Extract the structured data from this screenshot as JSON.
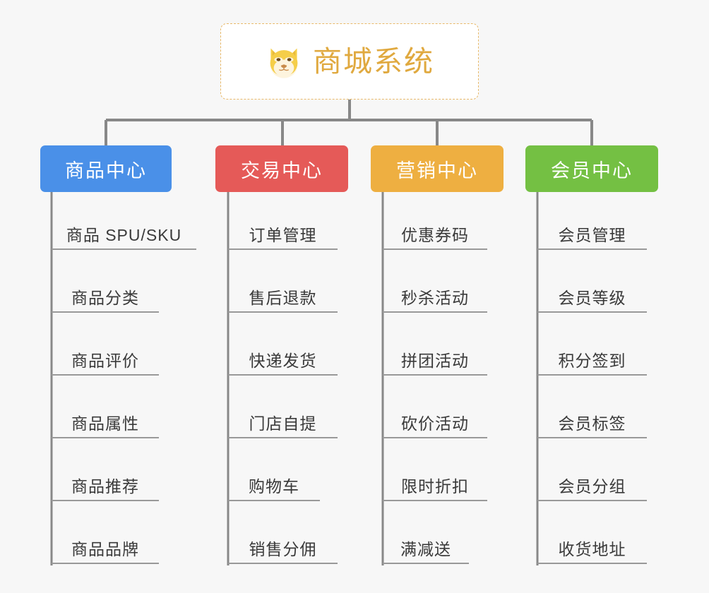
{
  "diagram": {
    "background_color": "#f7f7f7",
    "connector_color": "#888888",
    "leaf_text_color": "#3a3a3a",
    "leaf_rule_color": "#999999"
  },
  "root": {
    "title": "商城系统",
    "icon": "shiba-dog-face-icon",
    "text_color": "#e0a93f",
    "border_color": "#e8b96a",
    "background_color": "#ffffff"
  },
  "categories": [
    {
      "label": "商品中心",
      "color": "#4a90e8",
      "items": [
        "商品 SPU/SKU",
        "商品分类",
        "商品评价",
        "商品属性",
        "商品推荐",
        "商品品牌"
      ]
    },
    {
      "label": "交易中心",
      "color": "#e55a58",
      "items": [
        "订单管理",
        "售后退款",
        "快递发货",
        "门店自提",
        "购物车",
        "销售分佣"
      ]
    },
    {
      "label": "营销中心",
      "color": "#eeaf41",
      "items": [
        "优惠券码",
        "秒杀活动",
        "拼团活动",
        "砍价活动",
        "限时折扣",
        "满减送"
      ]
    },
    {
      "label": "会员中心",
      "color": "#74c043",
      "items": [
        "会员管理",
        "会员等级",
        "积分签到",
        "会员标签",
        "会员分组",
        "收货地址"
      ]
    }
  ]
}
